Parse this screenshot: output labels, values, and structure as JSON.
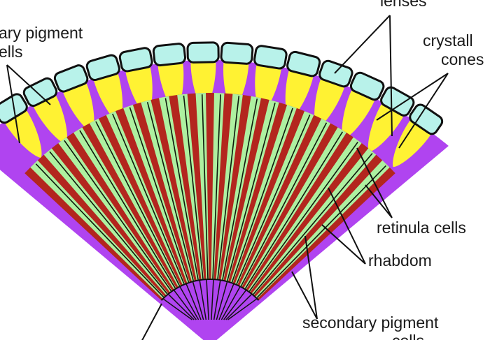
{
  "title": "Compound eye ommatidia cross-section",
  "labels": {
    "primary_pigment_line1": "ary pigment",
    "primary_pigment_line2": "ells",
    "lenses": "lenses",
    "crystalline_line1": "crystall",
    "crystalline_line2": "cones",
    "retinula": "retinula cells",
    "rhabdom": "rhabdom",
    "secondary_pigment_line1": "secondary pigment",
    "secondary_pigment_line2": "cells"
  },
  "colors": {
    "lens": "#b8f2ea",
    "cone": "#fff233",
    "primary_pigment": "#b044f0",
    "retinula": "#b3261e",
    "rhabdom_band": "#aef0a0",
    "outline": "#111111"
  },
  "counts": {
    "lenses": 14,
    "rhabdoms": 22,
    "nerve_fibers": 16
  }
}
